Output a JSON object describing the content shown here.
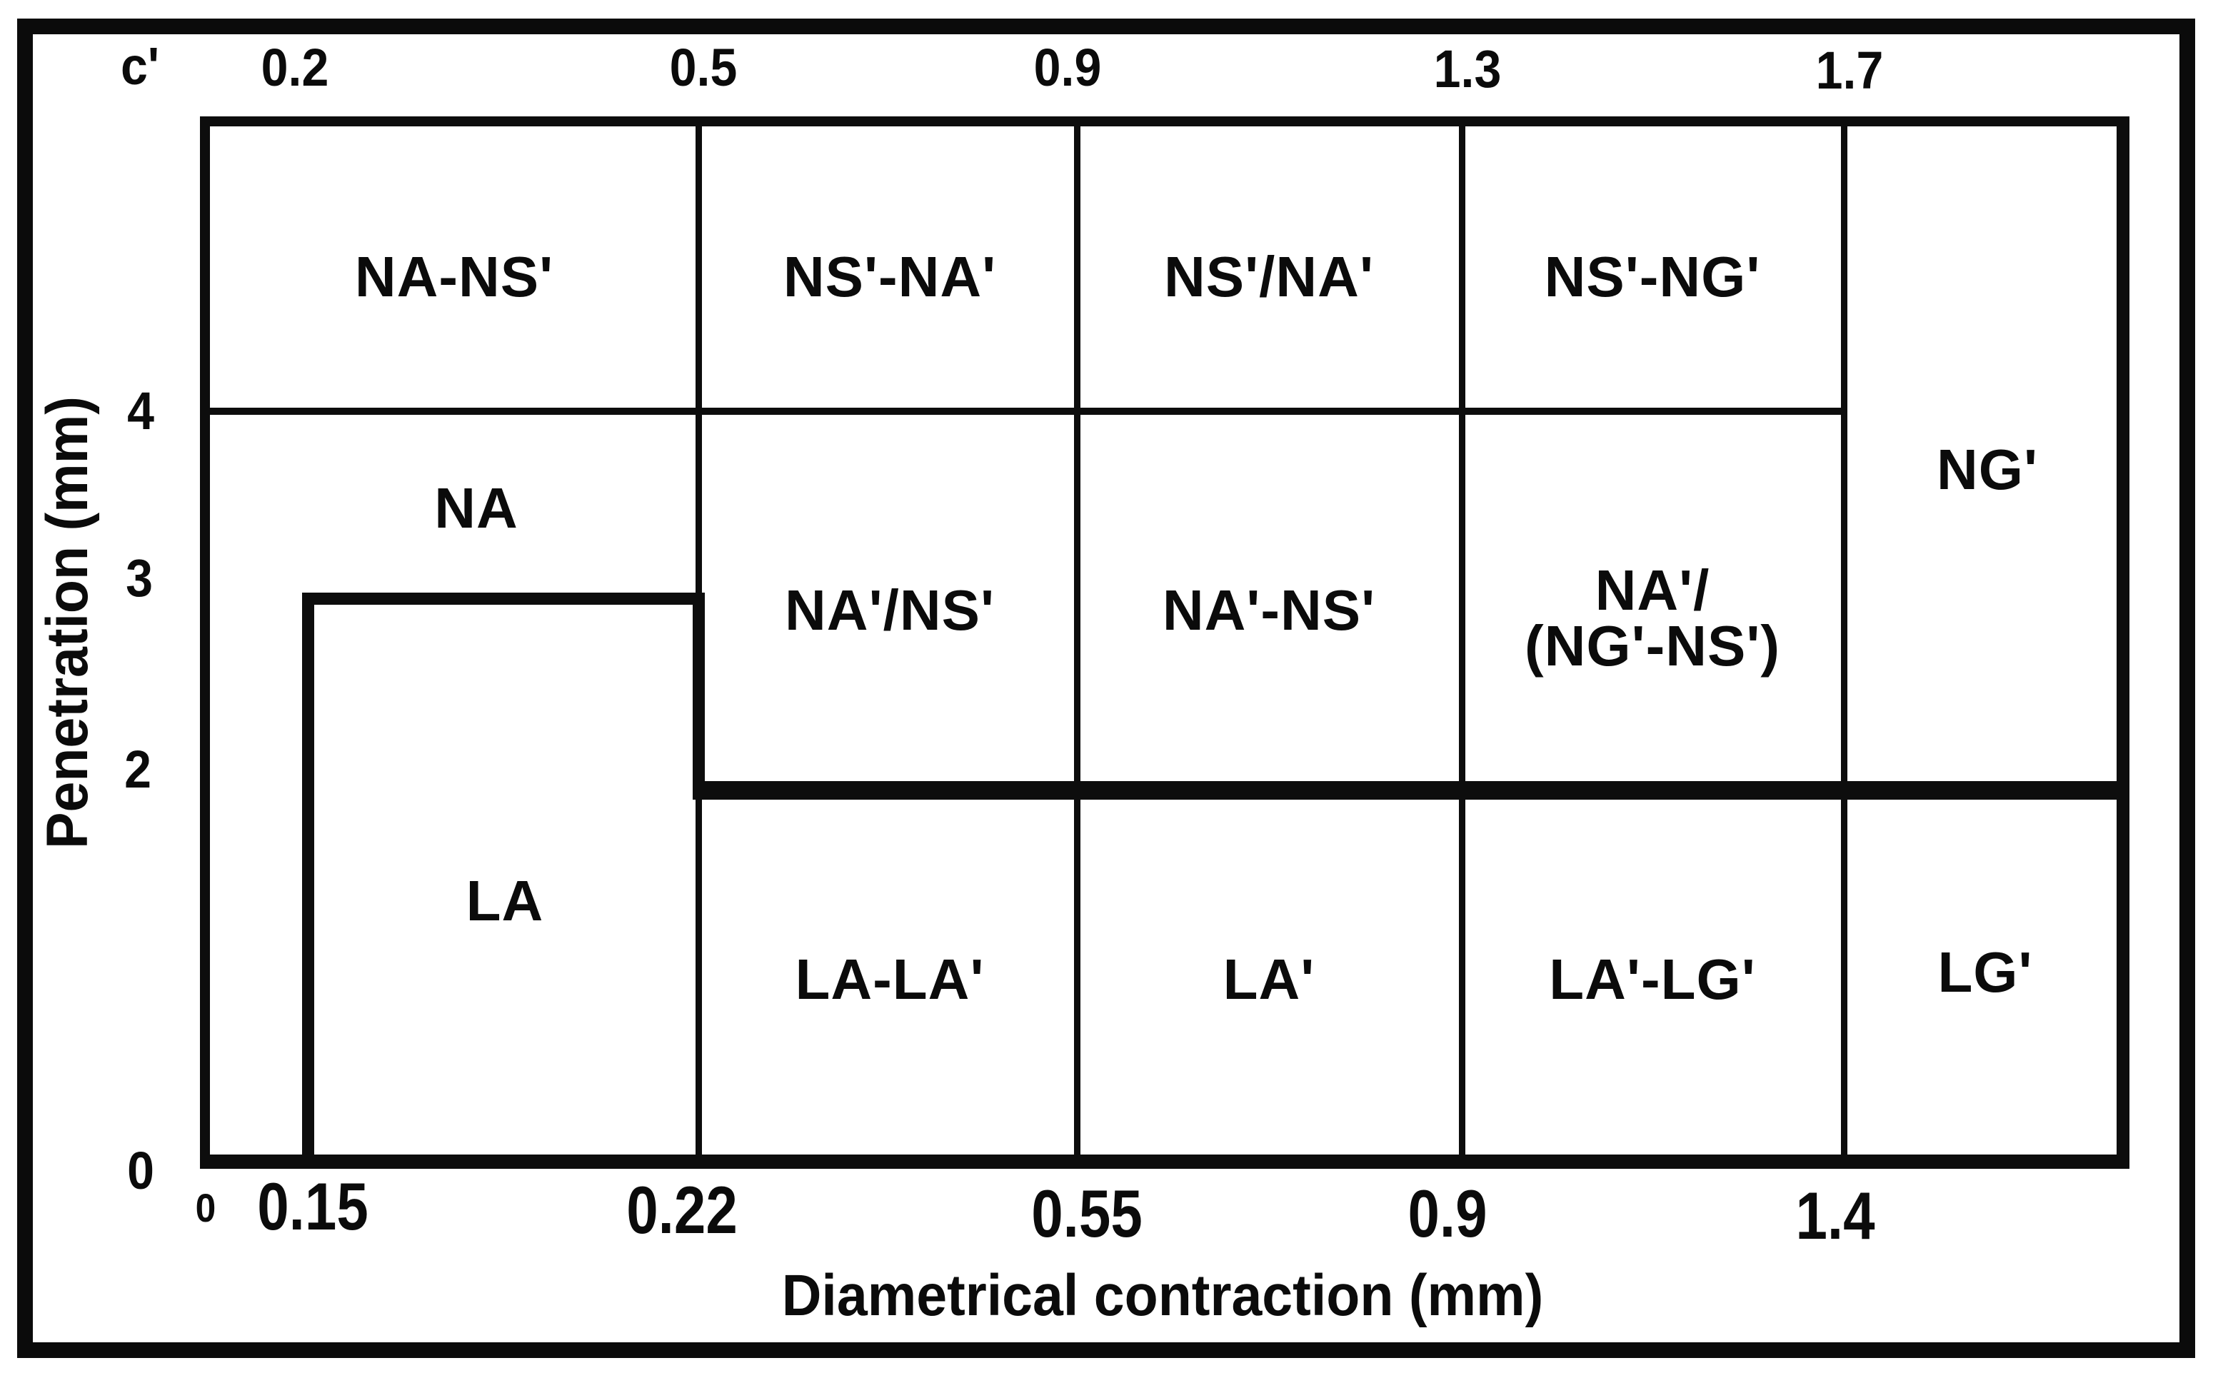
{
  "figure": {
    "background_color": "#ffffff",
    "frame_color": "#0b0b0b",
    "line_color": "#0d0d0d"
  },
  "chart_data": {
    "type": "heatmap",
    "subtype": "classification-region-map",
    "title": "",
    "xlabel": "Diametrical contraction (mm)",
    "ylabel": "Penetration (mm)",
    "axes": {
      "top": {
        "name": "c'",
        "ticks": [
          "0.2",
          "0.5",
          "0.9",
          "1.3",
          "1.7"
        ]
      },
      "bottom": {
        "title": "Diametrical contraction (mm)",
        "ticks": [
          "0",
          "0.15",
          "0.22",
          "0.55",
          "0.9",
          "1.4"
        ]
      },
      "left": {
        "title": "Penetration (mm)",
        "ticks": [
          "4",
          "3",
          "2",
          "0"
        ]
      }
    },
    "grid": {
      "vertical_lines_c": [
        0.5,
        0.9,
        1.3,
        1.7
      ],
      "vertical_lines_dc": [
        0.22,
        0.55,
        0.9,
        1.4
      ],
      "horizontal_line_pen": 4,
      "horizontal_line_note": "pen=4 line spans all columns except the rightmost NG' column"
    },
    "boundary": {
      "description": "thick step boundary separating lower L-regions from upper N-regions",
      "path_dc_pen": [
        [
          0.15,
          0
        ],
        [
          0.15,
          2.9
        ],
        [
          0.22,
          2.9
        ],
        [
          0.22,
          1.95
        ],
        [
          "right-edge",
          1.95
        ]
      ]
    },
    "regions": [
      {
        "label": "NA-NS'",
        "c_range": [
          0.2,
          0.5
        ],
        "dc_range": [
          0,
          0.22
        ],
        "pen_range": [
          4,
          null
        ]
      },
      {
        "label": "NS'-NA'",
        "c_range": [
          0.5,
          0.9
        ],
        "dc_range": [
          0.22,
          0.55
        ],
        "pen_range": [
          4,
          null
        ]
      },
      {
        "label": "NS'/NA'",
        "c_range": [
          0.9,
          1.3
        ],
        "dc_range": [
          0.55,
          0.9
        ],
        "pen_range": [
          4,
          null
        ]
      },
      {
        "label": "NS'-NG'",
        "c_range": [
          1.3,
          1.7
        ],
        "dc_range": [
          0.9,
          1.4
        ],
        "pen_range": [
          4,
          null
        ]
      },
      {
        "label": "NG'",
        "c_range": [
          1.7,
          null
        ],
        "dc_range": [
          1.4,
          null
        ],
        "pen_range": [
          1.95,
          null
        ]
      },
      {
        "label": "NA",
        "c_range": [
          0.2,
          0.5
        ],
        "dc_range": [
          0,
          0.22
        ],
        "pen_range": [
          2.9,
          4
        ],
        "note": "also covers sliver left of dc=0.15 down to 0"
      },
      {
        "label": "NA'/NS'",
        "c_range": [
          0.5,
          0.9
        ],
        "dc_range": [
          0.22,
          0.55
        ],
        "pen_range": [
          1.95,
          4
        ]
      },
      {
        "label": "NA'-NS'",
        "c_range": [
          0.9,
          1.3
        ],
        "dc_range": [
          0.55,
          0.9
        ],
        "pen_range": [
          1.95,
          4
        ]
      },
      {
        "label": "NA'/(NG'-NS')",
        "label_lines": [
          "NA'/",
          "(NG'-NS')"
        ],
        "c_range": [
          1.3,
          1.7
        ],
        "dc_range": [
          0.9,
          1.4
        ],
        "pen_range": [
          1.95,
          4
        ]
      },
      {
        "label": "LA",
        "dc_range": [
          0.15,
          0.22
        ],
        "pen_range": [
          0,
          2.9
        ]
      },
      {
        "label": "LA-LA'",
        "dc_range": [
          0.22,
          0.55
        ],
        "pen_range": [
          0,
          1.95
        ]
      },
      {
        "label": "LA'",
        "dc_range": [
          0.55,
          0.9
        ],
        "pen_range": [
          0,
          1.95
        ]
      },
      {
        "label": "LA'-LG'",
        "dc_range": [
          0.9,
          1.4
        ],
        "pen_range": [
          0,
          1.95
        ]
      },
      {
        "label": "LG'",
        "dc_range": [
          1.4,
          null
        ],
        "pen_range": [
          0,
          1.95
        ]
      }
    ],
    "legend_position": "none",
    "grid_visible": true
  }
}
